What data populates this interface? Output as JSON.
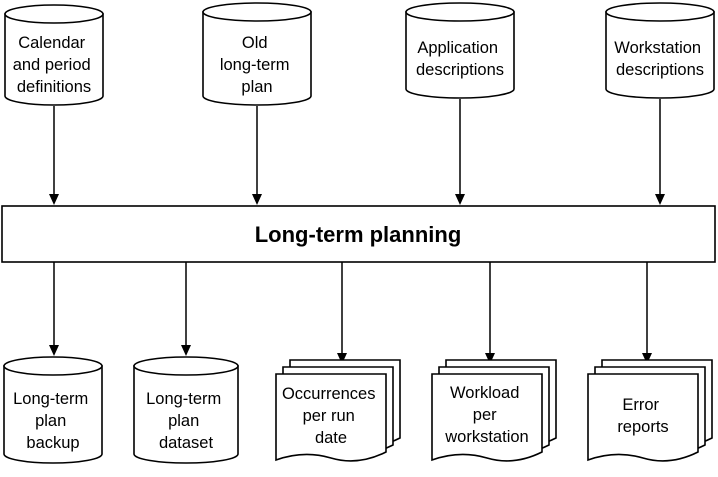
{
  "process": {
    "label": "Long-term planning"
  },
  "inputs": [
    {
      "shape": "cylinder",
      "lines": [
        "Calendar",
        "and period",
        "definitions"
      ]
    },
    {
      "shape": "cylinder",
      "lines": [
        "Old",
        "long-term",
        "plan"
      ]
    },
    {
      "shape": "cylinder",
      "lines": [
        "Application",
        "descriptions"
      ]
    },
    {
      "shape": "cylinder",
      "lines": [
        "Workstation",
        "descriptions"
      ]
    }
  ],
  "outputs": [
    {
      "shape": "cylinder",
      "lines": [
        "Long-term",
        "plan",
        "backup"
      ]
    },
    {
      "shape": "cylinder",
      "lines": [
        "Long-term",
        "plan",
        "dataset"
      ]
    },
    {
      "shape": "multi-document",
      "lines": [
        "Occurrences",
        "per run",
        "date"
      ]
    },
    {
      "shape": "multi-document",
      "lines": [
        "Workload",
        "per",
        "workstation"
      ]
    },
    {
      "shape": "multi-document",
      "lines": [
        "Error",
        "reports"
      ]
    }
  ]
}
